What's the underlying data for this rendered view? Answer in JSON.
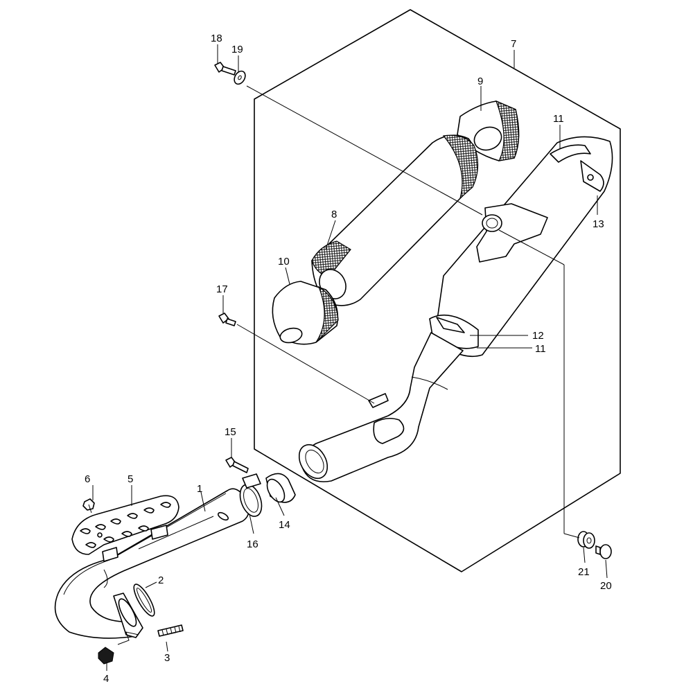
{
  "callouts": [
    {
      "id": "c1",
      "text": "1"
    },
    {
      "id": "c2",
      "text": "2"
    },
    {
      "id": "c3",
      "text": "3"
    },
    {
      "id": "c4",
      "text": "4"
    },
    {
      "id": "c5",
      "text": "5"
    },
    {
      "id": "c6",
      "text": "6"
    },
    {
      "id": "c7",
      "text": "7"
    },
    {
      "id": "c8",
      "text": "8"
    },
    {
      "id": "c9",
      "text": "9"
    },
    {
      "id": "c10",
      "text": "10"
    },
    {
      "id": "c11a",
      "text": "11"
    },
    {
      "id": "c11b",
      "text": "11"
    },
    {
      "id": "c12",
      "text": "12"
    },
    {
      "id": "c13",
      "text": "13"
    },
    {
      "id": "c14",
      "text": "14"
    },
    {
      "id": "c15",
      "text": "15"
    },
    {
      "id": "c16",
      "text": "16"
    },
    {
      "id": "c17",
      "text": "17"
    },
    {
      "id": "c18",
      "text": "18"
    },
    {
      "id": "c19",
      "text": "19"
    },
    {
      "id": "c20",
      "text": "20"
    },
    {
      "id": "c21",
      "text": "21"
    }
  ]
}
